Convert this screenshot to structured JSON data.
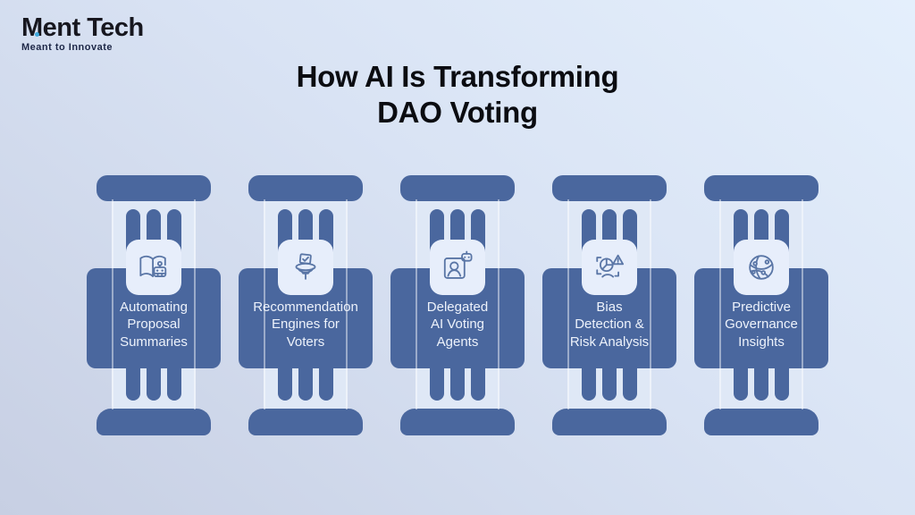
{
  "logo": {
    "brand": "Ment Tech",
    "tagline": "Meant to Innovate"
  },
  "title": {
    "line1": "How AI Is Transforming",
    "line2": "DAO Voting"
  },
  "colors": {
    "pillar": "#4a679e",
    "column": "#dfe8f6",
    "card": "#e7eefb",
    "bg_light": "#e4effc",
    "bg_mid": "#d9e3f4",
    "bg_dark": "#c7cfe3",
    "label_text": "#edf2fb",
    "title_text": "#0b0c11",
    "logo_text": "#17171f",
    "tagline_text": "#1d2747",
    "dot": "#3fa9dd",
    "icon_stroke": "#5a76a6"
  },
  "pillars": [
    {
      "label": "Automating\nProposal\nSummaries",
      "icon": "book-ai-icon"
    },
    {
      "label": "Recommendation\nEngines for\nVoters",
      "icon": "ballot-box-icon"
    },
    {
      "label": "Delegated\nAI Voting\nAgents",
      "icon": "ai-agent-badge-icon"
    },
    {
      "label": "Bias\nDetection &\nRisk Analysis",
      "icon": "bias-risk-icon"
    },
    {
      "label": "Predictive\nGovernance\nInsights",
      "icon": "network-globe-icon"
    }
  ]
}
